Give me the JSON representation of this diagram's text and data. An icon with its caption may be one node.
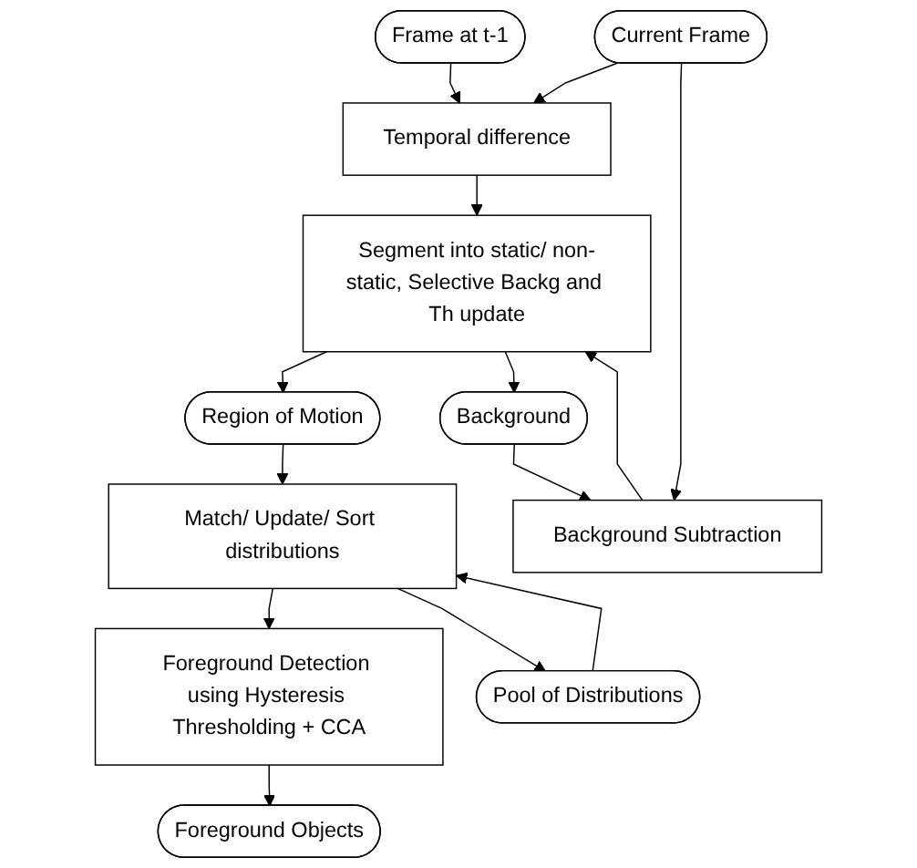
{
  "diagram": {
    "nodes": [
      {
        "text": [
          "Frame at t-1"
        ]
      },
      {
        "text": [
          "Current Frame"
        ]
      },
      {
        "text": [
          "Background"
        ]
      },
      {
        "text": [
          "Temporal difference"
        ]
      },
      {
        "text": [
          "Background Subtraction"
        ]
      },
      {
        "text": [
          "Segment into static/ non-static, Selective Backg and Th update"
        ]
      },
      {
        "text": [
          "Region of Motion"
        ]
      },
      {
        "text": [
          "Pool of Distributions"
        ]
      },
      {
        "text": [
          "Match/ Update/ Sort distributions"
        ]
      },
      {
        "text": [
          "Foreground Detection using Hysteresis Thresholding + CCA"
        ]
      },
      {
        "text": [
          "Foreground Objects"
        ]
      }
    ],
    "edges": [
      {
        "from": 0,
        "to": 3,
        "arrow": "to"
      },
      {
        "from": 1,
        "to": 3,
        "arrow": "to"
      },
      {
        "from": 1,
        "to": 4,
        "arrow": "to"
      },
      {
        "from": 2,
        "to": 4,
        "arrow": "to"
      },
      {
        "from": 3,
        "to": 5,
        "arrow": "to"
      },
      {
        "from": 4,
        "to": 5,
        "arrow": "to"
      },
      {
        "from": 5,
        "to": 6,
        "arrow": "to"
      },
      {
        "from": 6,
        "to": 8,
        "arrow": "to"
      },
      {
        "from": 7,
        "to": 8,
        "arrow": "to"
      },
      {
        "from": 8,
        "to": 9,
        "arrow": "to"
      },
      {
        "from": 9,
        "to": 10,
        "arrow": "to"
      },
      {
        "from": 5,
        "to": 2,
        "arrow": "to"
      },
      {
        "from": 8,
        "to": 7,
        "arrow": "to"
      }
    ]
  }
}
